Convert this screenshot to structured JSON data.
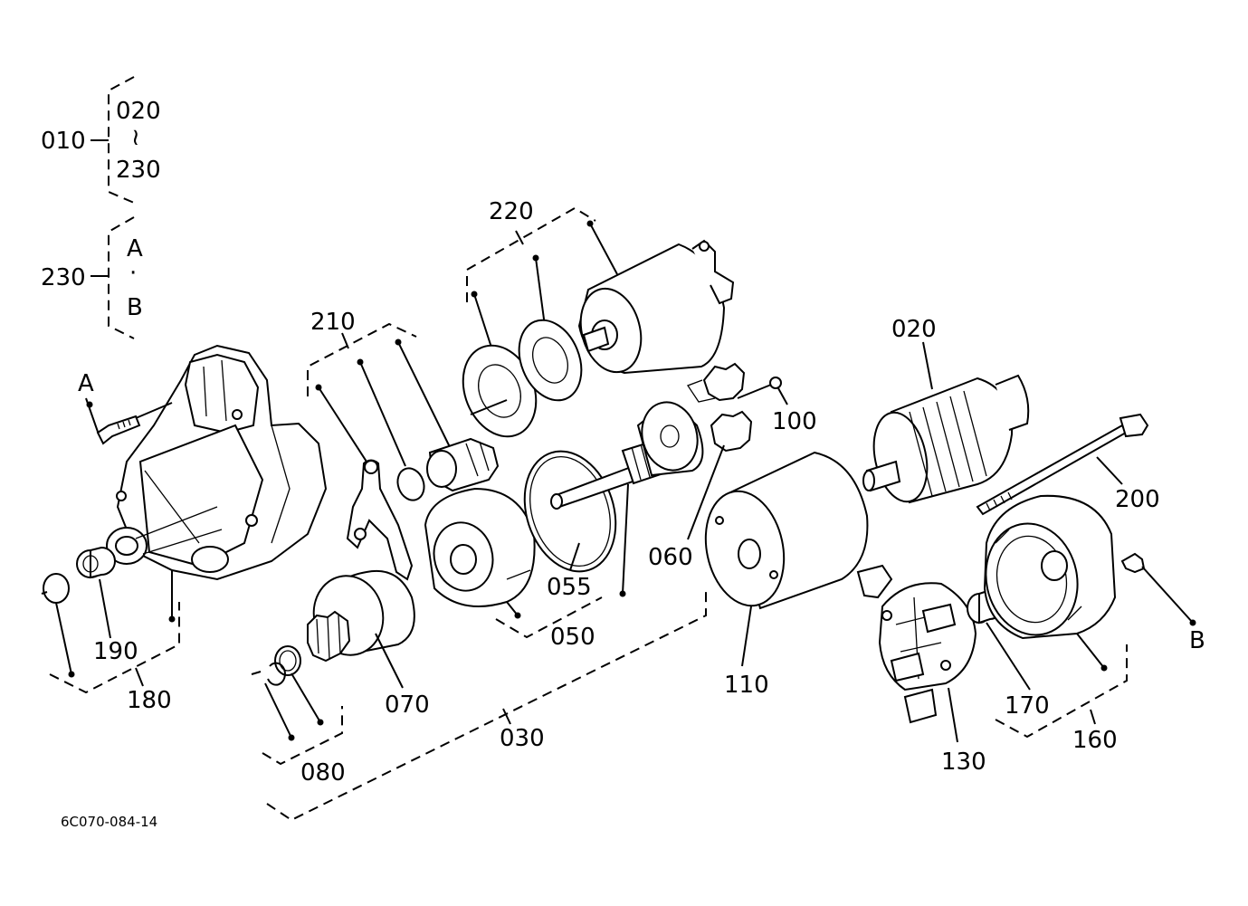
{
  "labels": {
    "p010": "010",
    "p020_top": "020",
    "range_sym": "≀",
    "p230_range": "230",
    "p230": "230",
    "A_top": "A",
    "mid_dot": "·",
    "B_top": "B",
    "p210": "210",
    "p220": "220",
    "A": "A",
    "p020": "020",
    "p100": "100",
    "p200": "200",
    "p060": "060",
    "p055": "055",
    "p050": "050",
    "p190": "190",
    "p180": "180",
    "p070": "070",
    "p030": "030",
    "p080": "080",
    "p110": "110",
    "p130": "130",
    "p170": "170",
    "p160": "160",
    "B": "B"
  },
  "drawing_code": "6C070-084-14"
}
